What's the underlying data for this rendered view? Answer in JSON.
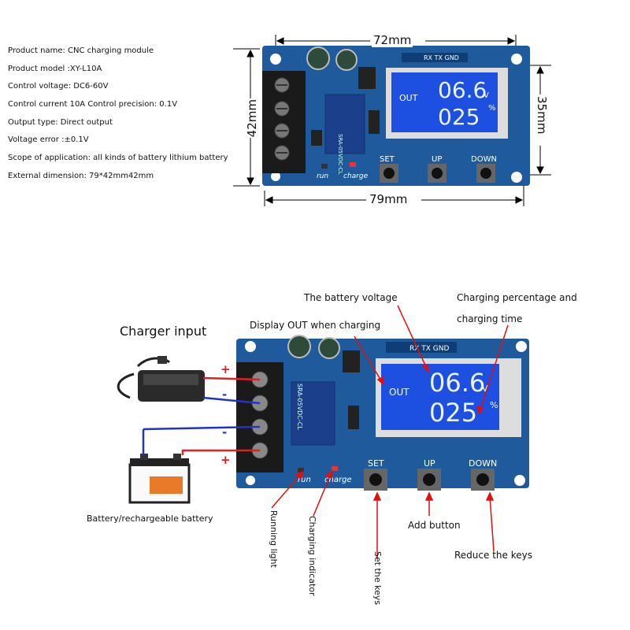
{
  "specs": [
    "Product name: CNC charging module",
    "Product model :XY-L10A",
    "Control voltage: DC6-60V",
    "Control current 10A Control precision: 0.1V",
    "Output type: Direct output",
    "Voltage error :±0.1V",
    "Scope of application: all kinds of battery lithium battery",
    "External dimension: 79*42mm42mm"
  ],
  "dimensions": {
    "top": "72mm",
    "bottom": "79mm",
    "left": "42mm",
    "right": "35mm"
  },
  "board": {
    "header_pins": "RX TX GND",
    "lcd_out": "OUT",
    "lcd_voltage": "06.6",
    "lcd_unit_v": "V",
    "lcd_percent": "025",
    "lcd_unit_pct": "%",
    "btn_set": "SET",
    "btn_up": "UP",
    "btn_down": "DOWN",
    "led_run": "run",
    "led_charge": "charge",
    "relay_text": "SRA-05VDC-CL"
  },
  "labels": {
    "charger_input": "Charger input",
    "battery": "Battery/rechargeable battery",
    "battery_voltage": "The battery voltage",
    "charging_pct_1": "Charging percentage and",
    "charging_pct_2": "charging time",
    "display_out": "Display OUT when charging",
    "running_light": "Running light",
    "charging_indicator": "Charging indicator",
    "set_keys": "Set the keys",
    "add_button": "Add button",
    "reduce_keys": "Reduce the keys",
    "plus": "+",
    "minus": "-"
  },
  "colors": {
    "pcb": "#1f5b9c",
    "lcd": "#1d4fe0",
    "arrow": "#e01010",
    "wire_red": "#e02020",
    "wire_blue": "#2233cc"
  }
}
